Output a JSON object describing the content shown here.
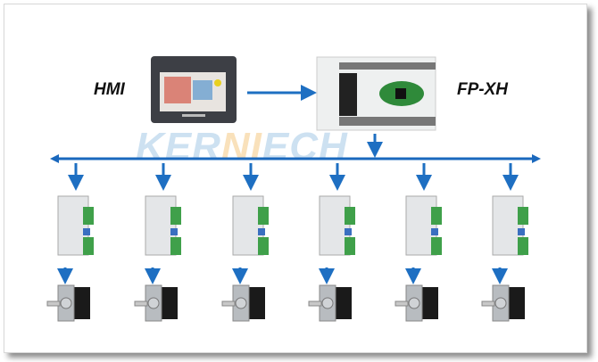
{
  "labels": {
    "hmi": "HMI",
    "plc": "FP-XH"
  },
  "watermark": {
    "part1": "KER",
    "part2": "NI",
    "part3": "ECH"
  },
  "colors": {
    "arrow": "#1e6fc2",
    "bus": "#1a68bd",
    "driver_terminal": "#3fa04a"
  },
  "axes_count": 6
}
